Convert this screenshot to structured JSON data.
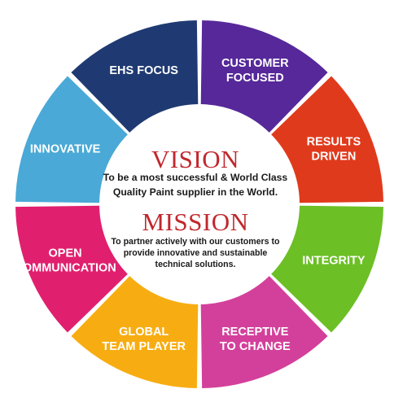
{
  "center": {
    "vision_title": "VISION",
    "vision_lines": [
      "To be a most successful & World Class",
      "Quality Paint supplier in the World."
    ],
    "mission_title": "MISSION",
    "mission_lines": [
      "To partner actively with our customers to",
      "provide innovative and sustainable",
      "technical solutions."
    ]
  },
  "segments": [
    {
      "lines": [
        "CUSTOMER",
        "FOCUSED"
      ],
      "color": "#56289a"
    },
    {
      "lines": [
        "RESULTS",
        "DRIVEN"
      ],
      "color": "#e03a1c"
    },
    {
      "lines": [
        "INTEGRITY"
      ],
      "color": "#6cbf25"
    },
    {
      "lines": [
        "RECEPTIVE",
        "TO CHANGE"
      ],
      "color": "#d3409b"
    },
    {
      "lines": [
        "GLOBAL",
        "TEAM PLAYER"
      ],
      "color": "#f7ad12"
    },
    {
      "lines": [
        "OPEN",
        "COMMUNICATION"
      ],
      "color": "#e0206e"
    },
    {
      "lines": [
        "INNOVATIVE"
      ],
      "color": "#4aa9d6"
    },
    {
      "lines": [
        "EHS FOCUS"
      ],
      "color": "#1f3a72"
    }
  ]
}
